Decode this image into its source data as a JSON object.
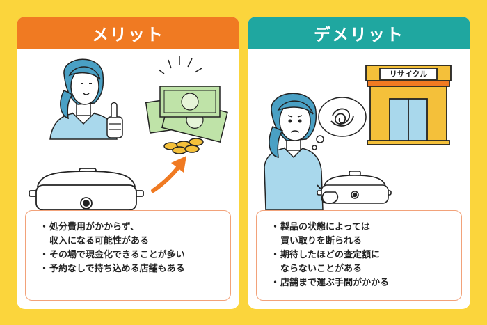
{
  "merit": {
    "title": "メリット",
    "bullets": [
      "処分費用がかからず、\n収入になる可能性がある",
      "その場で現金化できることが多い",
      "予約なしで持ち込める店舗もある"
    ]
  },
  "demerit": {
    "title": "デメリット",
    "shop_sign": "リサイクル",
    "bullets": [
      "製品の状態によっては\n買い取りを断られる",
      "期待したほどの査定額に\nならないことがある",
      "店舗まで運ぶ手間がかかる"
    ]
  },
  "bullet_char": "・",
  "colors": {
    "background": "#fbd53c",
    "merit_header": "#f07a22",
    "demerit_header": "#1fa7a0",
    "skin_shirt": "#a9d8ec"
  },
  "icons": [
    "thumbs-up-icon",
    "money-icon",
    "coins-icon",
    "arrow-icon",
    "hot-plate-icon",
    "recycle-shop-icon",
    "thought-bubble-icon"
  ]
}
